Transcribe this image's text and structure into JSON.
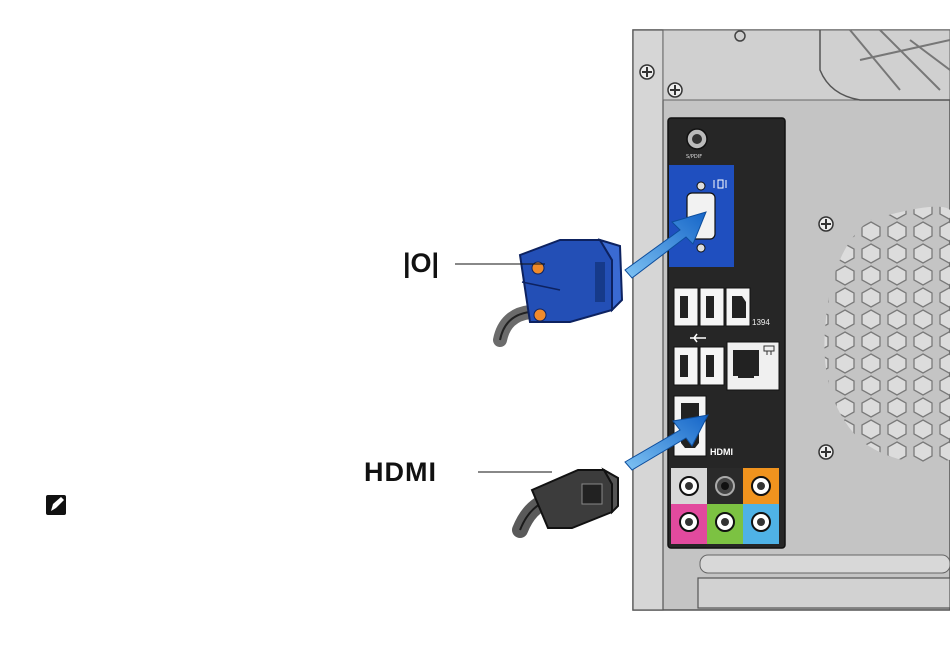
{
  "labels": {
    "vga_symbol": "|O|",
    "hdmi_label": "HDMI",
    "spdif_label": "S/PDIF",
    "ieee1394_label": "1394",
    "hdmi_port_label": "HDMI"
  },
  "colors": {
    "chassis": "#bdbdbd",
    "io_panel": "#2a2a2a",
    "vga_blue": "#1f4fbf",
    "arrow_blue": "#1e7fd8",
    "audio_orange": "#f0931e",
    "audio_pink": "#e24a9e",
    "audio_green": "#7cc242",
    "audio_blue": "#4fb2e6",
    "audio_gray": "#d8d8d8"
  },
  "icons": {
    "note": "note-pencil-icon",
    "usb": "usb-icon",
    "network": "network-icon"
  }
}
